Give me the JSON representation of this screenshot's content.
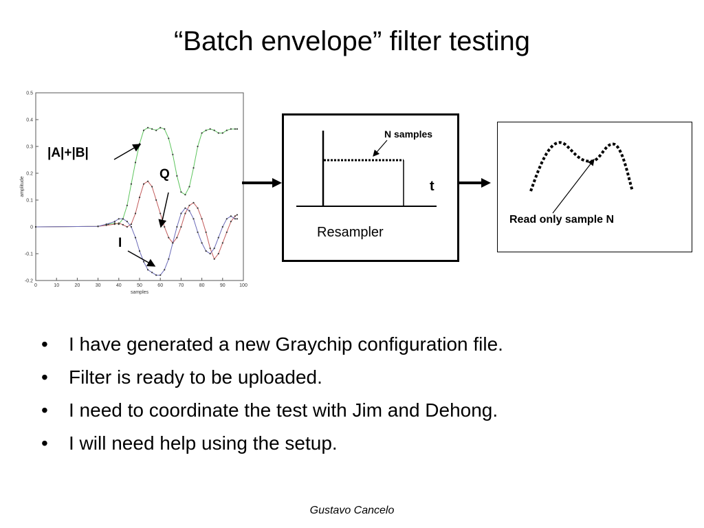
{
  "title": "“Batch envelope” filter testing",
  "annotations": {
    "envelope": "|A|+|B|",
    "q": "Q",
    "i": "I"
  },
  "resampler": {
    "samples_label": "N samples",
    "axis_label": "t",
    "caption": "Resampler"
  },
  "output": {
    "label": "Read only sample N"
  },
  "bullets": [
    "I have generated a new Graychip configuration file.",
    "Filter is ready to be uploaded.",
    "I need to coordinate the test with Jim and Dehong.",
    "I will need help using the setup."
  ],
  "bullet_glyph": "•",
  "footer": "Gustavo Cancelo",
  "chart_data": {
    "type": "line",
    "xlabel": "samples",
    "ylabel": "amplitude",
    "xlim": [
      0,
      100
    ],
    "ylim": [
      -0.2,
      0.5
    ],
    "x_ticks": [
      0,
      10,
      20,
      30,
      40,
      50,
      60,
      70,
      80,
      90,
      100
    ],
    "y_ticks": [
      -0.2,
      -0.1,
      0,
      0.1,
      0.2,
      0.3,
      0.4,
      0.5
    ],
    "y_tick_labels": [
      "-0.2",
      "-0.1",
      "0",
      "0.1",
      "0.2",
      "0.3",
      "0.4",
      "0.5"
    ],
    "series": [
      {
        "color": "#5cc45c",
        "x": [
          0,
          30,
          35,
          38,
          40,
          42,
          44,
          46,
          48,
          50,
          52,
          54,
          56,
          58,
          60,
          62,
          64,
          66,
          68,
          70,
          72,
          74,
          76,
          78,
          80,
          82,
          84,
          86,
          88,
          90,
          92,
          94,
          96,
          97
        ],
        "y": [
          0,
          0.002,
          0.01,
          0.014,
          0.01,
          0.03,
          0.08,
          0.16,
          0.24,
          0.31,
          0.36,
          0.37,
          0.365,
          0.36,
          0.37,
          0.365,
          0.33,
          0.27,
          0.19,
          0.13,
          0.12,
          0.15,
          0.22,
          0.3,
          0.35,
          0.36,
          0.365,
          0.36,
          0.35,
          0.35,
          0.36,
          0.365,
          0.365,
          0.365
        ]
      },
      {
        "color": "#c25a5a",
        "x": [
          0,
          30,
          34,
          38,
          40,
          42,
          44,
          46,
          48,
          50,
          52,
          54,
          56,
          58,
          60,
          62,
          64,
          66,
          68,
          70,
          72,
          74,
          76,
          78,
          80,
          82,
          84,
          86,
          88,
          90,
          92,
          94,
          96,
          97
        ],
        "y": [
          0,
          0.002,
          0.006,
          0.01,
          0.014,
          0.008,
          0.0,
          0.01,
          0.05,
          0.11,
          0.16,
          0.17,
          0.15,
          0.1,
          0.05,
          0.0,
          -0.04,
          -0.06,
          -0.04,
          0.0,
          0.05,
          0.08,
          0.09,
          0.07,
          0.03,
          -0.02,
          -0.08,
          -0.12,
          -0.1,
          -0.06,
          -0.02,
          0.02,
          0.04,
          0.045
        ]
      },
      {
        "color": "#6a6ab8",
        "x": [
          0,
          30,
          34,
          38,
          40,
          42,
          44,
          46,
          48,
          50,
          52,
          54,
          56,
          58,
          60,
          62,
          64,
          66,
          68,
          70,
          72,
          74,
          76,
          78,
          80,
          82,
          84,
          86,
          88,
          90,
          92,
          94,
          96,
          97
        ],
        "y": [
          0,
          0.002,
          0.01,
          0.02,
          0.03,
          0.03,
          0.02,
          0.0,
          -0.04,
          -0.09,
          -0.13,
          -0.16,
          -0.17,
          -0.18,
          -0.18,
          -0.16,
          -0.12,
          -0.06,
          0.0,
          0.05,
          0.07,
          0.06,
          0.03,
          -0.02,
          -0.06,
          -0.09,
          -0.1,
          -0.08,
          -0.04,
          0.0,
          0.03,
          0.04,
          0.03,
          0.03
        ]
      }
    ]
  }
}
